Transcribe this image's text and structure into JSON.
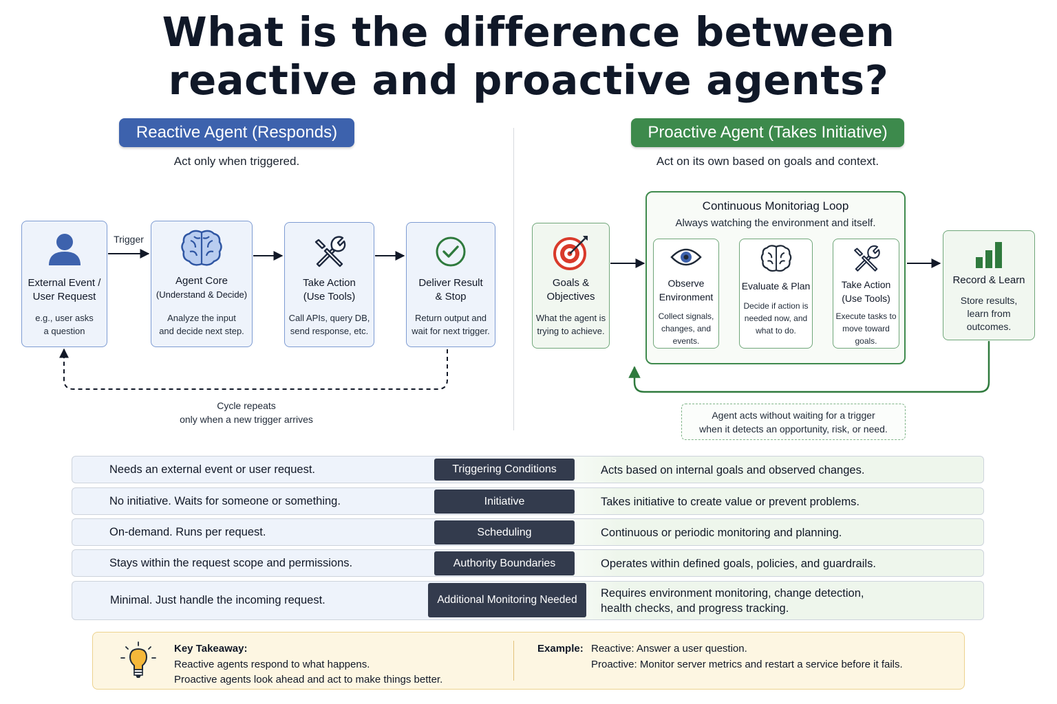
{
  "title": {
    "line1": "What is the difference between",
    "line2": "reactive and proactive agents?"
  },
  "reactive": {
    "heading": "Reactive Agent (Responds)",
    "subtitle": "Act only when triggered.",
    "trigger_label": "Trigger",
    "nodes": [
      {
        "title_1": "External Event /",
        "title_2": "User Request",
        "desc_1": "e.g., user asks",
        "desc_2": "a question",
        "icon": "user-icon"
      },
      {
        "title_1": "Agent Core",
        "title_2": "(Understand & Decide)",
        "desc_1": "Analyze the input",
        "desc_2": "and decide next step.",
        "icon": "brain-icon"
      },
      {
        "title_1": "Take Action",
        "title_2": "(Use Tools)",
        "desc_1": "Call APIs, query DB,",
        "desc_2": "send response, etc.",
        "icon": "tools-icon"
      },
      {
        "title_1": "Deliver Result",
        "title_2": "& Stop",
        "desc_1": "Return output and",
        "desc_2": "wait for next trigger.",
        "icon": "check-circle-icon"
      }
    ],
    "cycle_label_1": "Cycle repeats",
    "cycle_label_2": "only when a new trigger arrives"
  },
  "proactive": {
    "heading": "Proactive Agent (Takes Initiative)",
    "subtitle": "Act on its own based on goals and context.",
    "goals": {
      "title_1": "Goals &",
      "title_2": "Objectives",
      "desc_1": "What the agent is",
      "desc_2": "trying to achieve.",
      "icon": "target-icon"
    },
    "loop": {
      "title": "Continuous Monitoriag Loop",
      "subtitle": "Always watching the environment and itself.",
      "steps": [
        {
          "title_1": "Observe",
          "title_2": "Environment",
          "desc_1": "Collect signals,",
          "desc_2": "changes, and",
          "desc_3": "events.",
          "icon": "eye-icon"
        },
        {
          "title_1": "Evaluate & Plan",
          "desc_1": "Decide if action is",
          "desc_2": "needed now, and",
          "desc_3": "what to do.",
          "icon": "brain-icon"
        },
        {
          "title_1": "Take Action",
          "title_2": "(Use Tools)",
          "desc_1": "Execute tasks to",
          "desc_2": "move toward",
          "desc_3": "goals.",
          "icon": "tools-icon"
        }
      ]
    },
    "record": {
      "title_1": "Record & Learn",
      "desc_1": "Store results,",
      "desc_2": "learn from",
      "desc_3": "outcomes.",
      "icon": "bar-chart-icon"
    },
    "note_1": "Agent acts without waiting for a trigger",
    "note_2": "when it detects an opportunity, risk, or need."
  },
  "comparison": [
    {
      "reactive": "Needs an external event or user request.",
      "dimension": "Triggering Conditions",
      "proactive": "Acts based on internal goals and observed changes."
    },
    {
      "reactive": "No initiative. Waits for someone or something.",
      "dimension": "Initiative",
      "proactive": "Takes initiative to create value or prevent problems."
    },
    {
      "reactive": "On-demand. Runs per request.",
      "dimension": "Scheduling",
      "proactive": "Continuous or periodic monitoring and planning."
    },
    {
      "reactive": "Stays within the request scope and permissions.",
      "dimension": "Authority Boundaries",
      "proactive": "Operates within defined goals, policies, and guardrails."
    },
    {
      "reactive": "Minimal. Just handle the incoming request.",
      "dimension": "Additional Monitoring Needed",
      "proactive_1": "Requires environment monitoring, change detection,",
      "proactive_2": "health checks, and progress tracking."
    }
  ],
  "takeaway": {
    "heading": "Key Takeaway:",
    "line_1": "Reactive agents respond to what happens.",
    "line_2": "Proactive agents look ahead and act to make things better.",
    "example_label": "Example:",
    "example_1": "Reactive: Answer a user question.",
    "example_2": "Proactive: Monitor server metrics and restart a service before it fails.",
    "icon": "lightbulb-icon"
  },
  "colors": {
    "reactive_accent": "#3d62ad",
    "proactive_accent": "#3d8a4c",
    "dimension_label_bg": "#333b4d",
    "takeaway_bg": "#fdf6e2"
  }
}
